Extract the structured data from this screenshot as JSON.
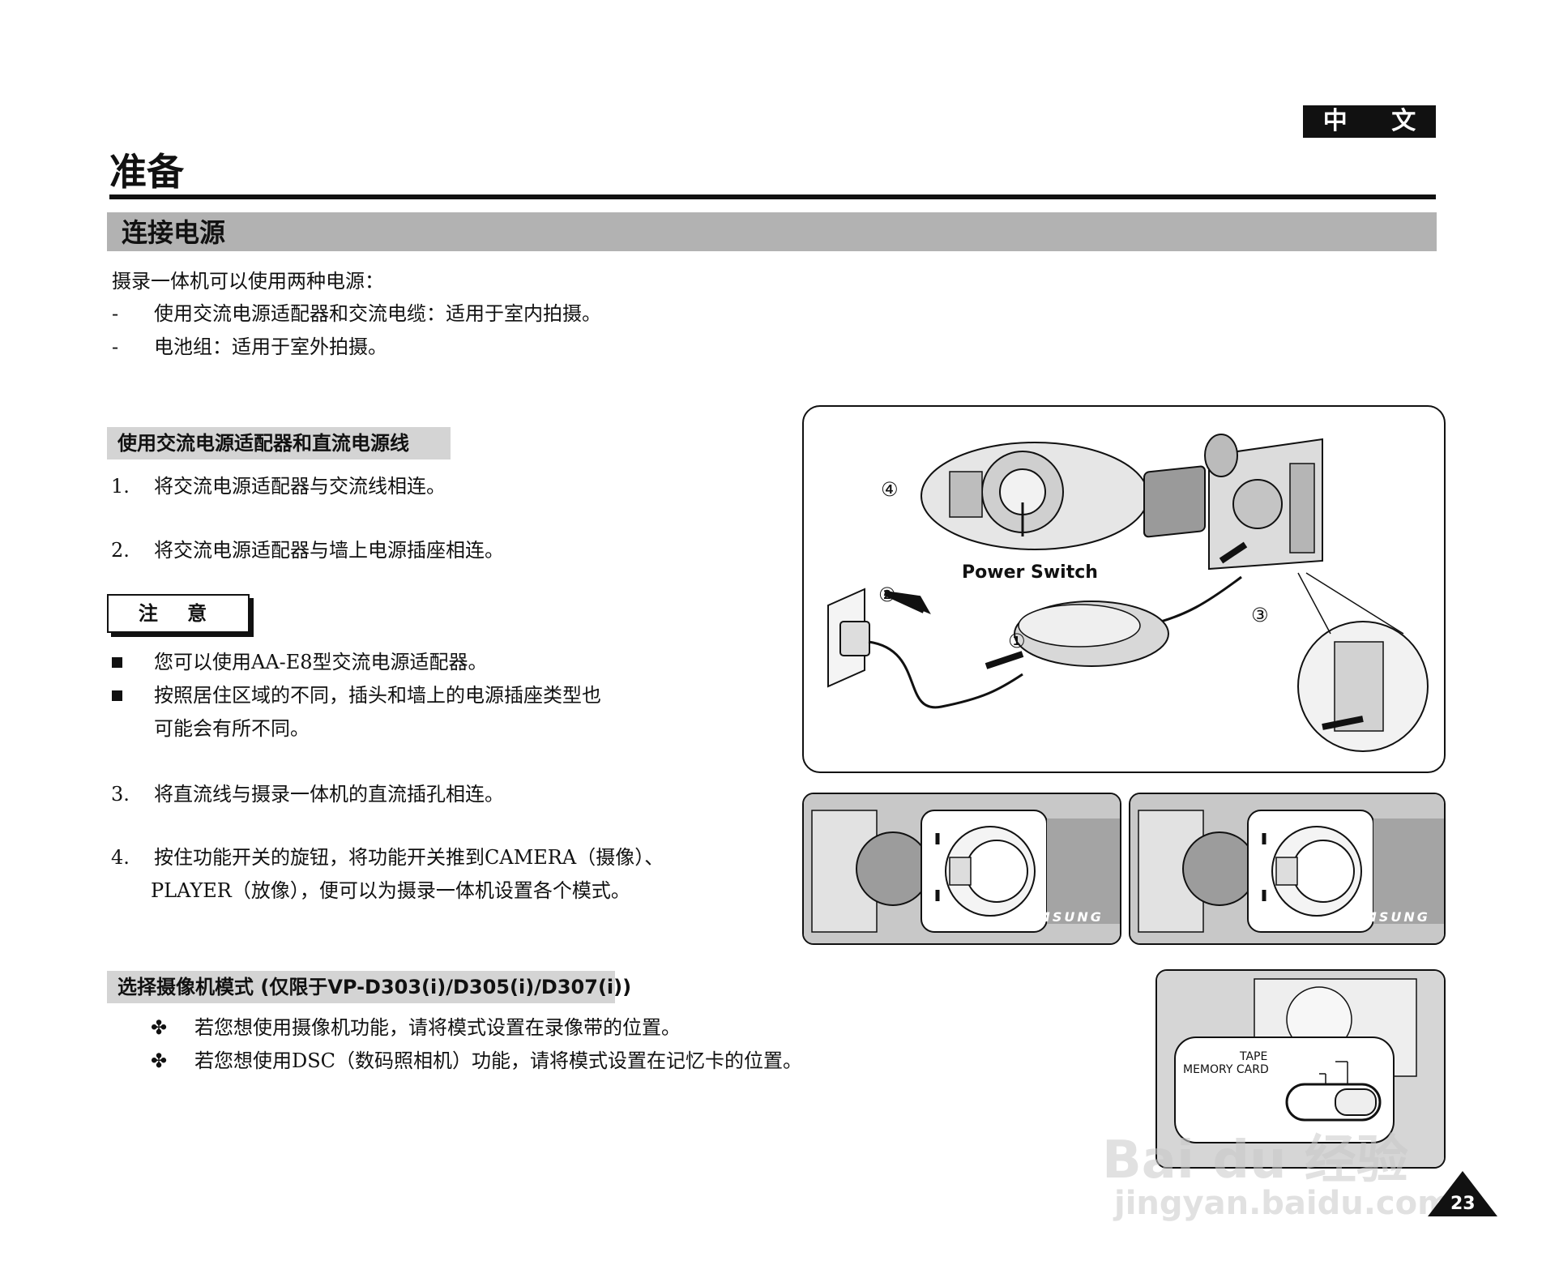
{
  "header": {
    "language_badge": "中 文",
    "page_title": "准备",
    "section_title": "连接电源"
  },
  "intro": {
    "line": "摄录一体机可以使用两种电源：",
    "items": [
      {
        "bullet": "-",
        "text": "使用交流电源适配器和交流电缆：适用于室内拍摄。"
      },
      {
        "bullet": "-",
        "text": "电池组：适用于室外拍摄。"
      }
    ]
  },
  "ac_section": {
    "title": "使用交流电源适配器和直流电源线",
    "steps": [
      {
        "num": "1.",
        "text": "将交流电源适配器与交流线相连。"
      },
      {
        "num": "2.",
        "text": "将交流电源适配器与墙上电源插座相连。"
      }
    ],
    "note_label": "注 意",
    "notes": [
      {
        "text": "您可以使用AA-E8型交流电源适配器。"
      },
      {
        "text": "按照居住区域的不同，插头和墙上的电源插座类型也",
        "cont": "可能会有所不同。"
      }
    ],
    "steps_more": [
      {
        "num": "3.",
        "text": "将直流线与摄录一体机的直流插孔相连。"
      },
      {
        "num": "4.",
        "text": "按住功能开关的旋钮，将功能开关推到CAMERA（摄像）、",
        "cont": "PLAYER（放像），便可以为摄录一体机设置各个模式。"
      }
    ]
  },
  "mode_section": {
    "title": "选择摄像机模式 (仅限于VP-D303(i)/D305(i)/D307(i))",
    "items": [
      {
        "bullet": "✤",
        "text": "若您想使用摄像机功能，请将模式设置在录像带的位置。"
      },
      {
        "bullet": "✤",
        "text": "若您想使用DSC（数码照相机）功能，请将模式设置在记忆卡的位置。"
      }
    ]
  },
  "figure": {
    "power_switch_label": "Power Switch",
    "markers": [
      "①",
      "②",
      "③",
      "④"
    ],
    "brand": "SAMSUNG",
    "tape_label": "TAPE",
    "memory_card_label": "MEMORY CARD"
  },
  "footer": {
    "page_number": "23",
    "watermark_main": "Bai du 经验",
    "watermark_url": "jingyan.baidu.com"
  },
  "colors": {
    "section_bar": "#b2b2b2",
    "sub_bar": "#d4d4d4",
    "ink": "#111111"
  }
}
